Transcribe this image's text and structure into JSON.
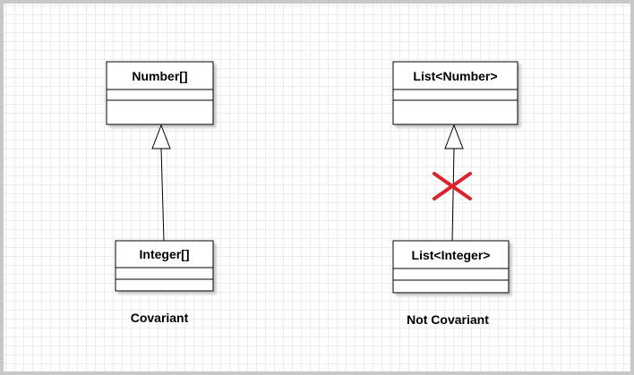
{
  "diagram": {
    "left": {
      "parent_class": "Number[]",
      "child_class": "Integer[]",
      "caption": "Covariant"
    },
    "right": {
      "parent_class": "List<Number>",
      "child_class": "List<Integer>",
      "caption": "Not Covariant"
    }
  },
  "colors": {
    "line": "#000000",
    "shadow": "#c0c0c0",
    "cross": "#e0202a"
  }
}
